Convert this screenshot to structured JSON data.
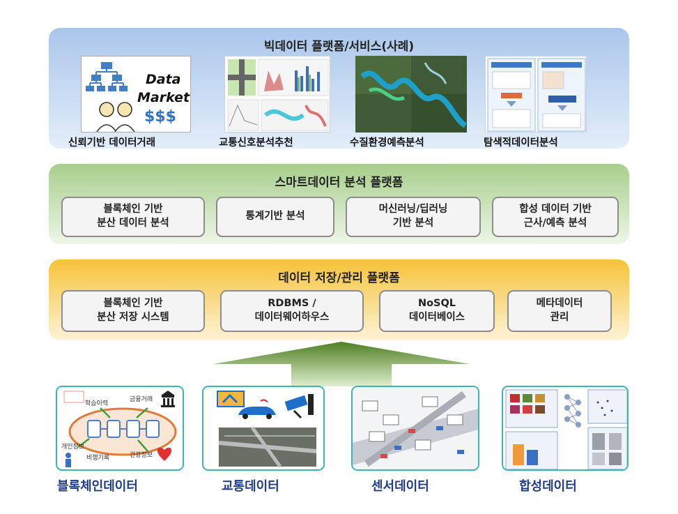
{
  "services": {
    "title": "빅데이터 플랫폼/서비스(사례)",
    "market_logo_text": {
      "line1": "Data",
      "line2": "Market",
      "line3": "$$$"
    },
    "items": [
      {
        "label": "신뢰기반 데이터거래"
      },
      {
        "label": "교통신호분석추천"
      },
      {
        "label": "수질환경예측분석"
      },
      {
        "label": "탐색적데이터분석"
      }
    ]
  },
  "analysis": {
    "title": "스마트데이터 분석 플랫폼",
    "boxes": [
      "블록체인 기반\n분산 데이터 분석",
      "통계기반 분석",
      "머신러닝/딥러닝\n기반 분석",
      "합성 데이터 기반\n근사/예측 분석"
    ]
  },
  "storage": {
    "title": "데이터 저장/관리 플랫폼",
    "boxes": [
      "블록체인 기반\n분산 저장 시스템",
      "RDBMS /\n데이터웨어하우스",
      "NoSQL\n데이터베이스",
      "메타데이터\n관리"
    ]
  },
  "sources": {
    "blockchain": {
      "label": "블록체인데이터",
      "tags": {
        "learning": "학습이력",
        "finance": "금융거래",
        "personal": "개인정보",
        "flight": "비행기록",
        "health": "건강정보"
      }
    },
    "traffic": {
      "label": "교통데이터"
    },
    "sensor": {
      "label": "센서데이터"
    },
    "synthetic": {
      "label": "합성데이터"
    }
  },
  "colors": {
    "services_band": "#a9c6ea",
    "analysis_band": "#a6cf8a",
    "storage_band": "#f6c238",
    "arrow": "#5e8f2b",
    "source_border": "#3ab4b6",
    "source_label": "#1f3c8a"
  }
}
